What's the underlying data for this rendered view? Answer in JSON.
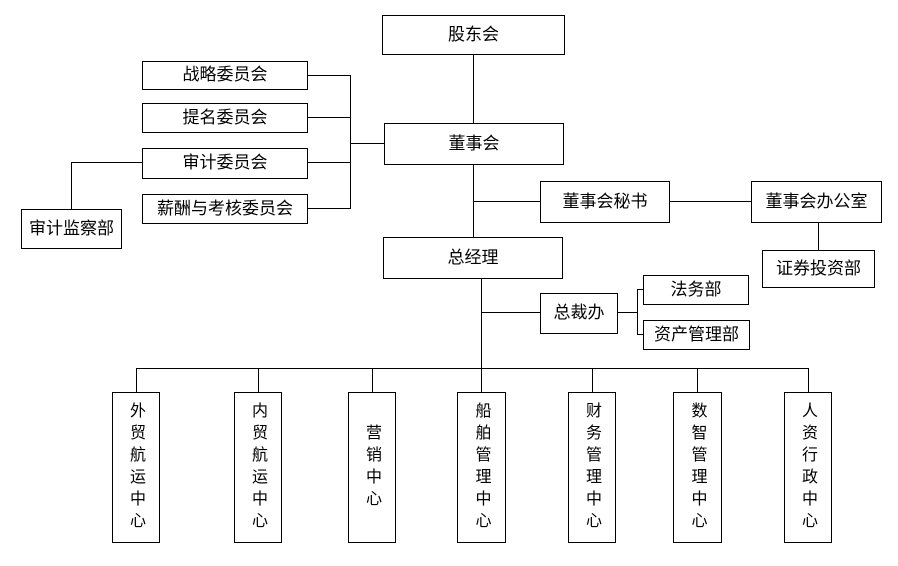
{
  "diagram": {
    "type": "org-chart",
    "colors": {
      "line": "#000000",
      "box_border": "#000000",
      "background": "#ffffff",
      "text": "#000000"
    },
    "nodes": {
      "shareholders": {
        "label": "股东会"
      },
      "board": {
        "label": "董事会"
      },
      "strategy_committee": {
        "label": "战略委员会"
      },
      "nomination_committee": {
        "label": "提名委员会"
      },
      "audit_committee": {
        "label": "审计委员会"
      },
      "remuneration_committee": {
        "label": "薪酬与考核委员会"
      },
      "audit_supervision_dept": {
        "label": "审计监察部"
      },
      "board_secretary": {
        "label": "董事会秘书"
      },
      "board_office": {
        "label": "董事会办公室"
      },
      "securities_investment_dept": {
        "label": "证券投资部"
      },
      "general_manager": {
        "label": "总经理"
      },
      "president_office": {
        "label": "总裁办"
      },
      "legal_dept": {
        "label": "法务部"
      },
      "asset_management_dept": {
        "label": "资产管理部"
      },
      "center_foreign_trade": {
        "label": "外贸航运中心"
      },
      "center_domestic_trade": {
        "label": "内贸航运中心"
      },
      "center_marketing": {
        "label": "营销中心"
      },
      "center_ship_management": {
        "label": "船舶管理中心"
      },
      "center_finance": {
        "label": "财务管理中心"
      },
      "center_digital": {
        "label": "数智管理中心"
      },
      "center_hr_admin": {
        "label": "人资行政中心"
      }
    },
    "edges": [
      [
        "shareholders",
        "board"
      ],
      [
        "board",
        "strategy_committee"
      ],
      [
        "board",
        "nomination_committee"
      ],
      [
        "board",
        "audit_committee"
      ],
      [
        "board",
        "remuneration_committee"
      ],
      [
        "audit_committee",
        "audit_supervision_dept"
      ],
      [
        "board",
        "board_secretary"
      ],
      [
        "board_secretary",
        "board_office"
      ],
      [
        "board_office",
        "securities_investment_dept"
      ],
      [
        "board",
        "general_manager"
      ],
      [
        "general_manager",
        "president_office"
      ],
      [
        "president_office",
        "legal_dept"
      ],
      [
        "president_office",
        "asset_management_dept"
      ],
      [
        "general_manager",
        "center_foreign_trade"
      ],
      [
        "general_manager",
        "center_domestic_trade"
      ],
      [
        "general_manager",
        "center_marketing"
      ],
      [
        "general_manager",
        "center_ship_management"
      ],
      [
        "general_manager",
        "center_finance"
      ],
      [
        "general_manager",
        "center_digital"
      ],
      [
        "general_manager",
        "center_hr_admin"
      ]
    ]
  }
}
